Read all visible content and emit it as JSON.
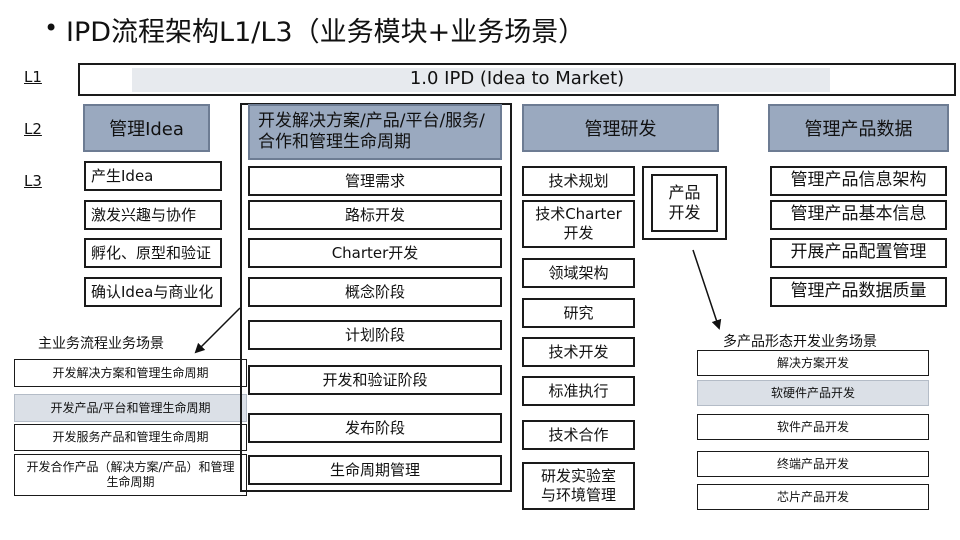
{
  "title": "IPD流程架构L1/L3（业务模块+业务场景）",
  "levels": [
    "L1",
    "L2",
    "L3"
  ],
  "l1": "1.0 IPD (Idea to Market)",
  "col1": {
    "header": "管理Idea",
    "items": [
      "产生Idea",
      "激发兴趣与协作",
      "孵化、原型和验证",
      "确认Idea与商业化"
    ],
    "scenario_title": "主业务流程业务场景",
    "scenarios": [
      "开发解决方案和管理生命周期",
      "开发产品/平台和管理生命周期",
      "开发服务产品和管理生命周期",
      "开发合作产品（解决方案/产品）和管理生命周期"
    ]
  },
  "col2": {
    "header": "开发解决方案/产品/平台/服务/合作和管理生命周期",
    "items": [
      "管理需求",
      "路标开发",
      "Charter开发",
      "概念阶段",
      "计划阶段",
      "开发和验证阶段",
      "发布阶段",
      "生命周期管理"
    ]
  },
  "col3": {
    "header": "管理研发",
    "items": [
      "技术规划",
      "技术Charter开发",
      "领域架构",
      "研究",
      "技术开发",
      "标准执行",
      "技术合作",
      "研发实验室与环境管理"
    ],
    "side": "产品开发"
  },
  "col4": {
    "header": "管理产品数据",
    "items": [
      "管理产品信息架构",
      "管理产品基本信息",
      "开展产品配置管理",
      "管理产品数据质量"
    ],
    "scenario_title": "多产品形态开发业务场景",
    "scenarios": [
      "解决方案开发",
      "软硬件产品开发",
      "软件产品开发",
      "终端产品开发",
      "芯片产品开发"
    ]
  }
}
